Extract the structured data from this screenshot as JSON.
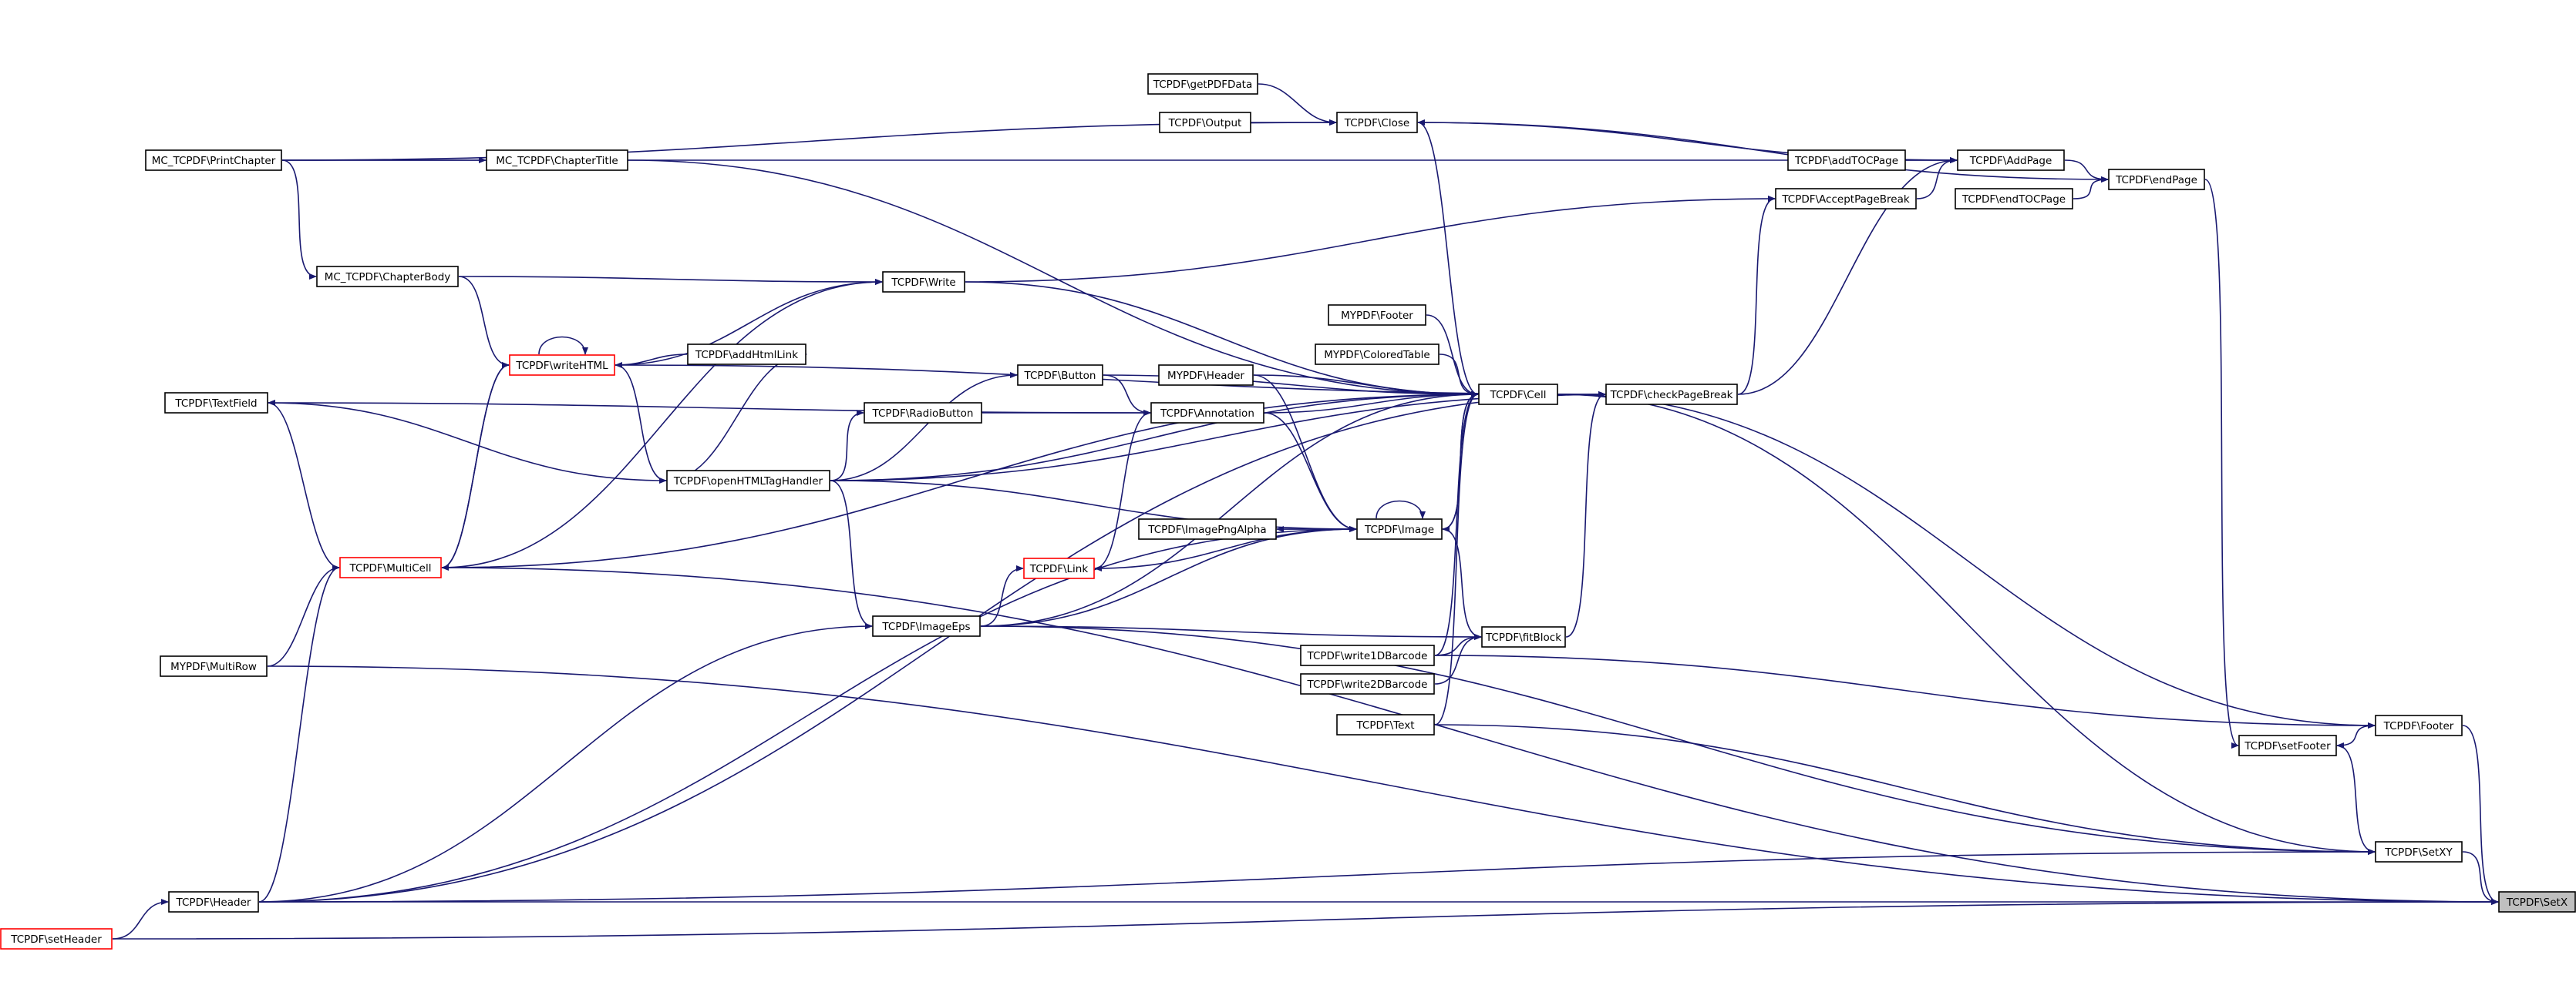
{
  "diagram": {
    "nodes": [
      {
        "id": "getPDFData",
        "label": "TCPDF\\getPDFData"
      },
      {
        "id": "Output",
        "label": "TCPDF\\Output"
      },
      {
        "id": "Close",
        "label": "TCPDF\\Close"
      },
      {
        "id": "PrintChapter",
        "label": "MC_TCPDF\\PrintChapter"
      },
      {
        "id": "ChapterTitle",
        "label": "MC_TCPDF\\ChapterTitle"
      },
      {
        "id": "addTOCPage",
        "label": "TCPDF\\addTOCPage"
      },
      {
        "id": "AddPage",
        "label": "TCPDF\\AddPage"
      },
      {
        "id": "endPage",
        "label": "TCPDF\\endPage"
      },
      {
        "id": "AcceptPageBreak",
        "label": "TCPDF\\AcceptPageBreak"
      },
      {
        "id": "endTOCPage",
        "label": "TCPDF\\endTOCPage"
      },
      {
        "id": "ChapterBody",
        "label": "MC_TCPDF\\ChapterBody"
      },
      {
        "id": "Write",
        "label": "TCPDF\\Write"
      },
      {
        "id": "MYFooter",
        "label": "MYPDF\\Footer"
      },
      {
        "id": "writeHTML",
        "label": "TCPDF\\writeHTML",
        "style": "red"
      },
      {
        "id": "addHtmlLink",
        "label": "TCPDF\\addHtmlLink"
      },
      {
        "id": "ColoredTable",
        "label": "MYPDF\\ColoredTable"
      },
      {
        "id": "Button",
        "label": "TCPDF\\Button"
      },
      {
        "id": "MYHeader",
        "label": "MYPDF\\Header"
      },
      {
        "id": "Cell",
        "label": "TCPDF\\Cell"
      },
      {
        "id": "checkPageBreak",
        "label": "TCPDF\\checkPageBreak"
      },
      {
        "id": "TextField",
        "label": "TCPDF\\TextField"
      },
      {
        "id": "RadioButton",
        "label": "TCPDF\\RadioButton"
      },
      {
        "id": "Annotation",
        "label": "TCPDF\\Annotation"
      },
      {
        "id": "openHTMLTagHandler",
        "label": "TCPDF\\openHTMLTagHandler"
      },
      {
        "id": "ImagePngAlpha",
        "label": "TCPDF\\ImagePngAlpha"
      },
      {
        "id": "Image",
        "label": "TCPDF\\Image"
      },
      {
        "id": "MultiCell",
        "label": "TCPDF\\MultiCell",
        "style": "red"
      },
      {
        "id": "Link",
        "label": "TCPDF\\Link",
        "style": "red"
      },
      {
        "id": "ImageEps",
        "label": "TCPDF\\ImageEps"
      },
      {
        "id": "fitBlock",
        "label": "TCPDF\\fitBlock"
      },
      {
        "id": "write1DBarcode",
        "label": "TCPDF\\write1DBarcode"
      },
      {
        "id": "MultiRow",
        "label": "MYPDF\\MultiRow"
      },
      {
        "id": "write2DBarcode",
        "label": "TCPDF\\write2DBarcode"
      },
      {
        "id": "Text",
        "label": "TCPDF\\Text"
      },
      {
        "id": "Footer",
        "label": "TCPDF\\Footer"
      },
      {
        "id": "setFooter",
        "label": "TCPDF\\setFooter"
      },
      {
        "id": "SetXY",
        "label": "TCPDF\\SetXY"
      },
      {
        "id": "Header",
        "label": "TCPDF\\Header"
      },
      {
        "id": "SetX",
        "label": "TCPDF\\SetX",
        "style": "focus"
      },
      {
        "id": "setHeader",
        "label": "TCPDF\\setHeader",
        "style": "red"
      }
    ],
    "edges": [
      [
        "SetXY",
        "SetX"
      ],
      [
        "Footer",
        "SetX"
      ],
      [
        "Header",
        "SetX"
      ],
      [
        "MultiCell",
        "SetX"
      ],
      [
        "MultiRow",
        "SetX"
      ],
      [
        "setHeader",
        "SetX"
      ],
      [
        "Cell",
        "SetXY"
      ],
      [
        "ImageEps",
        "SetXY"
      ],
      [
        "Text",
        "SetXY"
      ],
      [
        "setFooter",
        "SetXY"
      ],
      [
        "Header",
        "SetXY"
      ],
      [
        "setHeader",
        "Header"
      ],
      [
        "Footer",
        "setFooter"
      ],
      [
        "Cell",
        "Footer"
      ],
      [
        "write1DBarcode",
        "Footer"
      ],
      [
        "endPage",
        "setFooter"
      ],
      [
        "AddPage",
        "endPage"
      ],
      [
        "endTOCPage",
        "endPage"
      ],
      [
        "Close",
        "endPage"
      ],
      [
        "addTOCPage",
        "AddPage"
      ],
      [
        "AcceptPageBreak",
        "AddPage"
      ],
      [
        "checkPageBreak",
        "AddPage"
      ],
      [
        "Close",
        "AddPage"
      ],
      [
        "PrintChapter",
        "AddPage"
      ],
      [
        "getPDFData",
        "Close"
      ],
      [
        "Output",
        "Close"
      ],
      [
        "Cell",
        "Close"
      ],
      [
        "PrintChapter",
        "Close"
      ],
      [
        "PrintChapter",
        "ChapterTitle"
      ],
      [
        "PrintChapter",
        "ChapterBody"
      ],
      [
        "ChapterTitle",
        "Cell"
      ],
      [
        "checkPageBreak",
        "AcceptPageBreak"
      ],
      [
        "Write",
        "AcceptPageBreak"
      ],
      [
        "Cell",
        "checkPageBreak"
      ],
      [
        "fitBlock",
        "checkPageBreak"
      ],
      [
        "openHTMLTagHandler",
        "checkPageBreak"
      ],
      [
        "writeHTML",
        "checkPageBreak"
      ],
      [
        "Header",
        "checkPageBreak"
      ],
      [
        "ChapterBody",
        "Write"
      ],
      [
        "writeHTML",
        "Write"
      ],
      [
        "MultiCell",
        "Write"
      ],
      [
        "Write",
        "Cell"
      ],
      [
        "ChapterBody",
        "writeHTML"
      ],
      [
        "writeHTML",
        "writeHTML"
      ],
      [
        "MultiCell",
        "writeHTML"
      ],
      [
        "writeHTML",
        "MultiCell"
      ],
      [
        "addHtmlLink",
        "writeHTML"
      ],
      [
        "openHTMLTagHandler",
        "addHtmlLink"
      ],
      [
        "writeHTML",
        "openHTMLTagHandler"
      ],
      [
        "MYFooter",
        "Cell"
      ],
      [
        "ColoredTable",
        "Cell"
      ],
      [
        "MYHeader",
        "Cell"
      ],
      [
        "Button",
        "Cell"
      ],
      [
        "Annotation",
        "Cell"
      ],
      [
        "Image",
        "Cell"
      ],
      [
        "MultiCell",
        "Cell"
      ],
      [
        "openHTMLTagHandler",
        "Cell"
      ],
      [
        "write1DBarcode",
        "Cell"
      ],
      [
        "Text",
        "Cell"
      ],
      [
        "ImageEps",
        "Cell"
      ],
      [
        "Cell",
        "Image"
      ],
      [
        "Annotation",
        "Image"
      ],
      [
        "MYHeader",
        "Image"
      ],
      [
        "openHTMLTagHandler",
        "Image"
      ],
      [
        "ImageEps",
        "Image"
      ],
      [
        "Header",
        "Image"
      ],
      [
        "Image",
        "Image"
      ],
      [
        "ImagePngAlpha",
        "Image"
      ],
      [
        "Image",
        "ImagePngAlpha"
      ],
      [
        "Image",
        "fitBlock"
      ],
      [
        "write1DBarcode",
        "fitBlock"
      ],
      [
        "write2DBarcode",
        "fitBlock"
      ],
      [
        "ImageEps",
        "fitBlock"
      ],
      [
        "Button",
        "Annotation"
      ],
      [
        "RadioButton",
        "Annotation"
      ],
      [
        "Link",
        "Annotation"
      ],
      [
        "TextField",
        "Annotation"
      ],
      [
        "openHTMLTagHandler",
        "RadioButton"
      ],
      [
        "openHTMLTagHandler",
        "Button"
      ],
      [
        "openHTMLTagHandler",
        "TextField"
      ],
      [
        "MultiCell",
        "TextField"
      ],
      [
        "openHTMLTagHandler",
        "ImageEps"
      ],
      [
        "Header",
        "ImageEps"
      ],
      [
        "ImageEps",
        "Link"
      ],
      [
        "Image",
        "Link"
      ],
      [
        "MultiRow",
        "MultiCell"
      ],
      [
        "Header",
        "MultiCell"
      ]
    ]
  }
}
